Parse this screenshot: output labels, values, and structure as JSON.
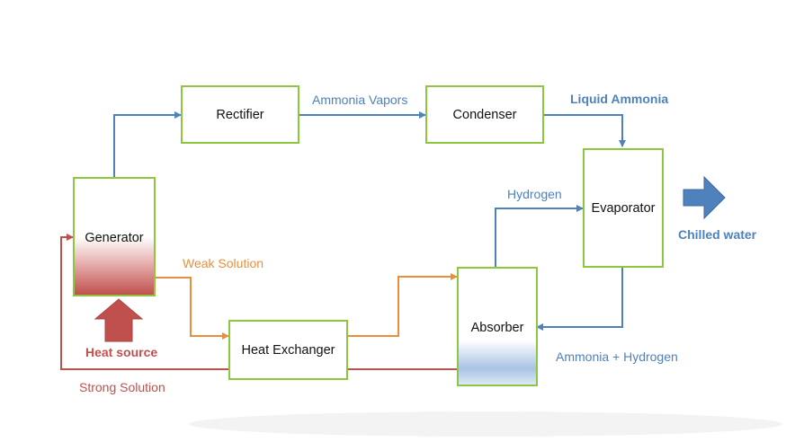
{
  "diagram": {
    "title": "",
    "nodes": {
      "generator": "Generator",
      "rectifier": "Rectifier",
      "condenser": "Condenser",
      "evaporator": "Evaporator",
      "absorber": "Absorber",
      "heat_exchanger": "Heat Exchanger"
    },
    "edge_labels": {
      "ammonia_vapors": "Ammonia Vapors",
      "liquid_ammonia": "Liquid Ammonia",
      "hydrogen": "Hydrogen",
      "weak_solution": "Weak Solution",
      "strong_solution": "Strong Solution",
      "ammonia_hydrogen": "Ammonia + Hydrogen",
      "heat_source": "Heat source",
      "chilled_water": "Chilled water"
    },
    "colors": {
      "box_border": "#8dc63f",
      "ammonia_flow": "#4f81bd",
      "weak_solution_flow": "#e98f3c",
      "strong_solution_flow": "#c0504d",
      "heat_arrow": "#c0504d",
      "chilled_arrow": "#4f81bd"
    }
  }
}
